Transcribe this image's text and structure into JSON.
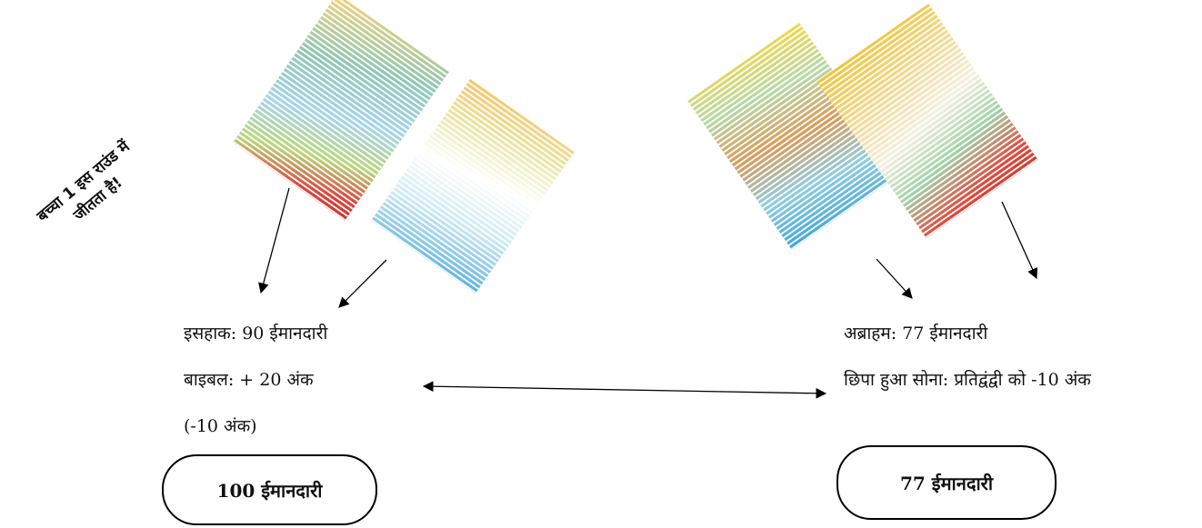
{
  "winner_note": {
    "line1": "बच्चा 1 इस राउंड में",
    "line2": "जीतता है!"
  },
  "left": {
    "lines": [
      "इसहाक: 90 ईमानदारी",
      "बाइबल: + 20 अंक",
      "(-10 अंक)"
    ],
    "total": "100 ईमानदारी"
  },
  "right": {
    "lines": [
      "अब्राहम: 77 ईमानदारी",
      "छिपा हुआ सोना: प्रतिद्वंद्वी को -10 अंक"
    ],
    "total": "77 ईमानदारी"
  }
}
